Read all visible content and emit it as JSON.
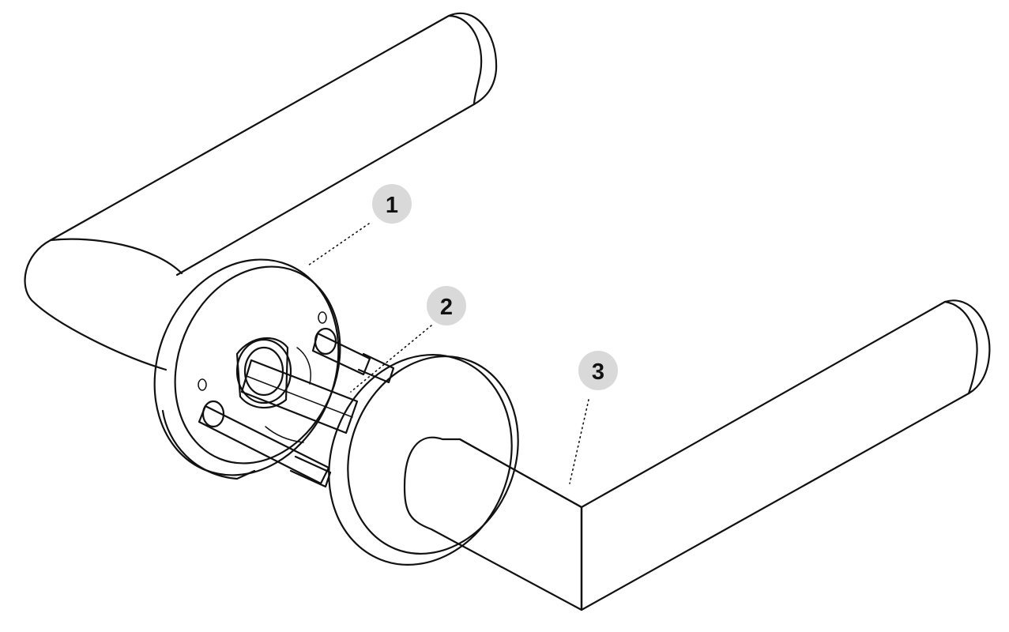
{
  "diagram": {
    "colors": {
      "outline": "#111111",
      "shaded": "#d9d9d9",
      "rosette_face": "#ffffff",
      "callout_fill": "#d9d9d9"
    },
    "callouts": [
      {
        "id": "callout-1",
        "label": "1"
      },
      {
        "id": "callout-2",
        "label": "2"
      },
      {
        "id": "callout-3",
        "label": "3"
      }
    ]
  }
}
